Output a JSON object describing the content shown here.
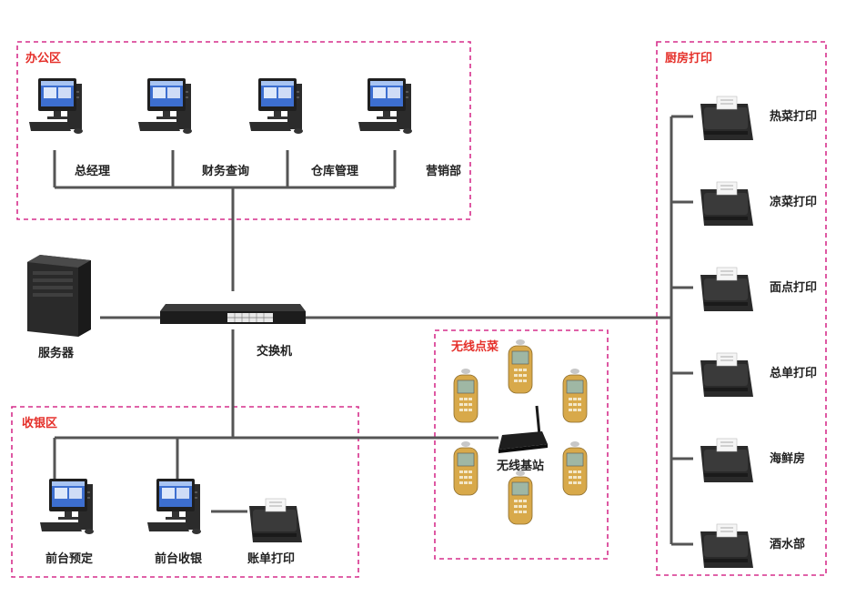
{
  "colors": {
    "zone_border": "#d62f8c",
    "zone_title": "#e5302a",
    "line": "#555555",
    "label": "#222222"
  },
  "zones": {
    "office": {
      "title": "办公区"
    },
    "cashier": {
      "title": "收银区"
    },
    "wireless": {
      "title": "无线点菜"
    },
    "kitchen": {
      "title": "厨房打印"
    }
  },
  "office_pcs": [
    "总经理",
    "财务查询",
    "仓库管理",
    "营销部"
  ],
  "server": {
    "label": "服务器",
    "icon": "server-tower-icon"
  },
  "switch": {
    "label": "交换机",
    "icon": "network-switch-icon"
  },
  "cashier_devices": [
    "前台预定",
    "前台收银",
    "账单打印"
  ],
  "wireless_base": {
    "label": "无线基站",
    "icon": "wireless-router-icon"
  },
  "kitchen_printers": [
    "热菜打印",
    "凉菜打印",
    "面点打印",
    "总单打印",
    "海鲜房",
    "酒水部"
  ]
}
